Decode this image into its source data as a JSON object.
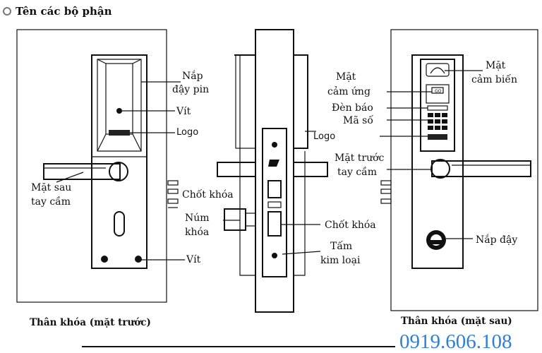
{
  "heading": "Tên các bộ phận",
  "front": {
    "caption": "Thân khóa (mặt trước)",
    "labels": {
      "battery_cover_1": "Nắp",
      "battery_cover_2": "đậy pin",
      "screw_top": "Vít",
      "logo": "Logo",
      "handle_back_1": "Mặt sau",
      "handle_back_2": "tay cầm",
      "screw_bottom": "Vít"
    }
  },
  "side": {
    "labels": {
      "bolt_top": "Chốt khóa",
      "knob_1": "Núm",
      "knob_2": "khóa",
      "logo": "Logo",
      "bolt_mid": "Chốt khóa",
      "plate_1": "Tấm",
      "plate_2": "kim loại"
    }
  },
  "back": {
    "caption": "Thân khóa (mặt sau)",
    "labels": {
      "sensor_1": "Mặt",
      "sensor_2": "cảm biến",
      "touch_1": "Mặt",
      "touch_2": "cảm ứng",
      "indicator": "Đèn báo",
      "keypad": "Mã số",
      "handle_front_1": "Mặt trước",
      "handle_front_2": "tay cầm",
      "cover": "Nắp đậy"
    }
  },
  "phone": "0919.606.108",
  "colors": {
    "phone": "#2f7fd3",
    "ink": "#111111"
  }
}
